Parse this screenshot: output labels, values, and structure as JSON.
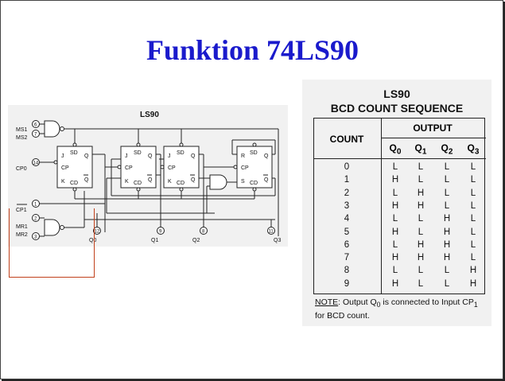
{
  "slide": {
    "title": "Funktion 74LS90"
  },
  "circuit": {
    "chip_label": "LS90",
    "pins": {
      "ms1": {
        "label": "MS1",
        "number": "6"
      },
      "ms2": {
        "label": "MS2",
        "number": "7"
      },
      "cp0": {
        "label": "CP0",
        "number": "14"
      },
      "cp1": {
        "label": "CP1",
        "number": "1"
      },
      "mr1": {
        "label": "MR1",
        "number": "2"
      },
      "mr2": {
        "label": "MR2",
        "number": "3"
      },
      "q0": {
        "label": "Q0",
        "number": "12"
      },
      "q1": {
        "label": "Q1",
        "number": "9"
      },
      "q2": {
        "label": "Q2",
        "number": "8"
      },
      "q3": {
        "label": "Q3",
        "number": "11"
      }
    },
    "flipflop_labels": {
      "sd": "SD",
      "cd": "CD",
      "j": "J",
      "k": "K",
      "cp": "CP",
      "q": "Q",
      "r": "R",
      "s": "S"
    }
  },
  "table": {
    "title_line1": "LS90",
    "title_line2": "BCD COUNT SEQUENCE",
    "count_header": "COUNT",
    "output_header": "OUTPUT",
    "columns": [
      {
        "name": "Q",
        "sub": "0"
      },
      {
        "name": "Q",
        "sub": "1"
      },
      {
        "name": "Q",
        "sub": "2"
      },
      {
        "name": "Q",
        "sub": "3"
      }
    ],
    "rows": [
      {
        "count": "0",
        "q": [
          "L",
          "L",
          "L",
          "L"
        ]
      },
      {
        "count": "1",
        "q": [
          "H",
          "L",
          "L",
          "L"
        ]
      },
      {
        "count": "2",
        "q": [
          "L",
          "H",
          "L",
          "L"
        ]
      },
      {
        "count": "3",
        "q": [
          "H",
          "H",
          "L",
          "L"
        ]
      },
      {
        "count": "4",
        "q": [
          "L",
          "L",
          "H",
          "L"
        ]
      },
      {
        "count": "5",
        "q": [
          "H",
          "L",
          "H",
          "L"
        ]
      },
      {
        "count": "6",
        "q": [
          "L",
          "H",
          "H",
          "L"
        ]
      },
      {
        "count": "7",
        "q": [
          "H",
          "H",
          "H",
          "L"
        ]
      },
      {
        "count": "8",
        "q": [
          "L",
          "L",
          "L",
          "H"
        ]
      },
      {
        "count": "9",
        "q": [
          "H",
          "L",
          "L",
          "H"
        ]
      }
    ],
    "note": {
      "prefix": "NOTE",
      "text_a": ": Output Q",
      "sub_a": "0",
      "text_b": " is connected to Input CP",
      "sub_b": "1",
      "text_c": " for BCD count."
    }
  },
  "colors": {
    "title": "#1a1acc",
    "panel": "#f1f1f1",
    "line": "#222222",
    "red_wire": "#c0401b"
  }
}
